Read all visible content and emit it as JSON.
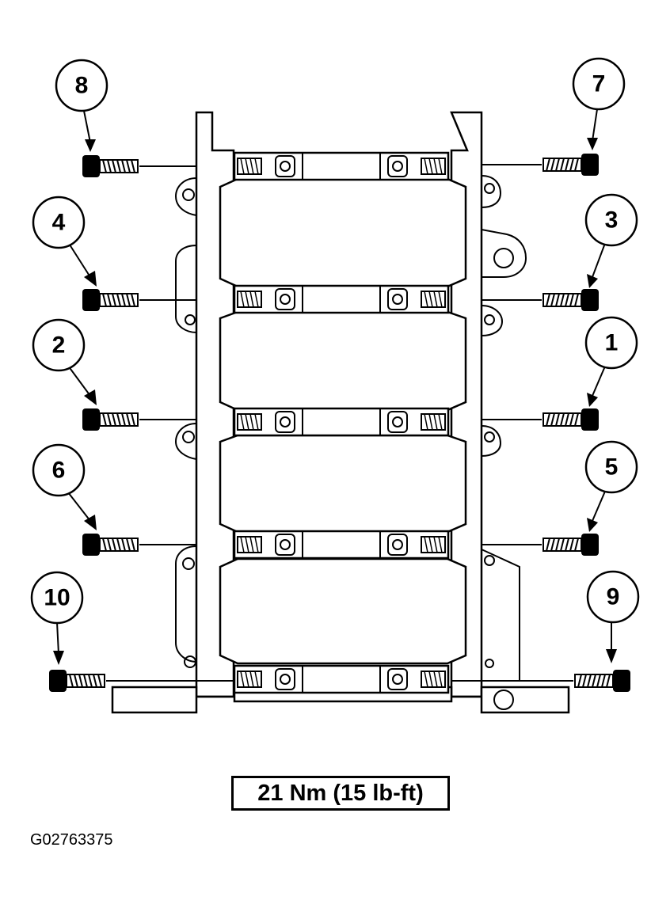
{
  "torque_label": "21 Nm (15 lb-ft)",
  "figure_id": "G02763375",
  "bolt_callouts": [
    {
      "number": "8",
      "side": "left",
      "row": 1
    },
    {
      "number": "7",
      "side": "right",
      "row": 1
    },
    {
      "number": "4",
      "side": "left",
      "row": 2
    },
    {
      "number": "3",
      "side": "right",
      "row": 2
    },
    {
      "number": "2",
      "side": "left",
      "row": 3
    },
    {
      "number": "1",
      "side": "right",
      "row": 3
    },
    {
      "number": "6",
      "side": "left",
      "row": 4
    },
    {
      "number": "5",
      "side": "right",
      "row": 4
    },
    {
      "number": "10",
      "side": "left",
      "row": 5
    },
    {
      "number": "9",
      "side": "right",
      "row": 5
    }
  ],
  "colors": {
    "line": "#000000",
    "background": "#ffffff"
  }
}
